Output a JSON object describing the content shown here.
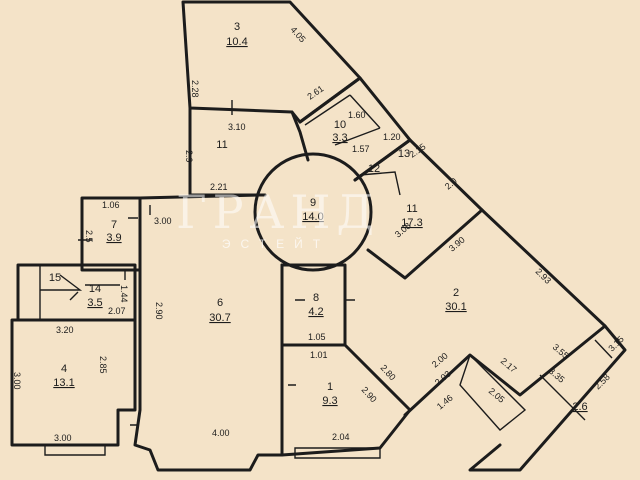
{
  "watermark": {
    "brand": "ГРАНД",
    "sub": "ЭСТЕЙТ"
  },
  "rooms": [
    {
      "id": "3",
      "area": "10.4"
    },
    {
      "id": "11",
      "area": ""
    },
    {
      "id": "10",
      "area": "3.3"
    },
    {
      "id": "13",
      "area": ""
    },
    {
      "id": "12",
      "area": ""
    },
    {
      "id": "9",
      "area": "14.0"
    },
    {
      "id": "7",
      "area": "3.9"
    },
    {
      "id": "11",
      "area": "17.3"
    },
    {
      "id": "14",
      "area": "3.5"
    },
    {
      "id": "6",
      "area": "30.7"
    },
    {
      "id": "8",
      "area": "4.2"
    },
    {
      "id": "2",
      "area": "30.1"
    },
    {
      "id": "4",
      "area": "13.1"
    },
    {
      "id": "1",
      "area": "9.3"
    },
    {
      "id": "15",
      "area": ""
    },
    {
      "id": "",
      "area": "2.6"
    }
  ],
  "dimensions": [
    "4.05",
    "2.28",
    "2.61",
    "1.60",
    "3.10",
    "2.9",
    "1.57",
    "1.20",
    "2.15",
    "2.21",
    "2.0",
    "1.06",
    "3.00",
    "2.5",
    "3.08",
    "3.90",
    "1.44",
    "2.07",
    "2.90",
    "2.93",
    "3.20",
    "2.85",
    "1.05",
    "1.01",
    "2.80",
    "2.90",
    "3.00",
    "2.00",
    "3.55",
    "2.17",
    "2.03",
    "2.05",
    "3.35",
    "3.15",
    "2.58",
    "1.46",
    "3.00",
    "4.00",
    "2.04"
  ]
}
